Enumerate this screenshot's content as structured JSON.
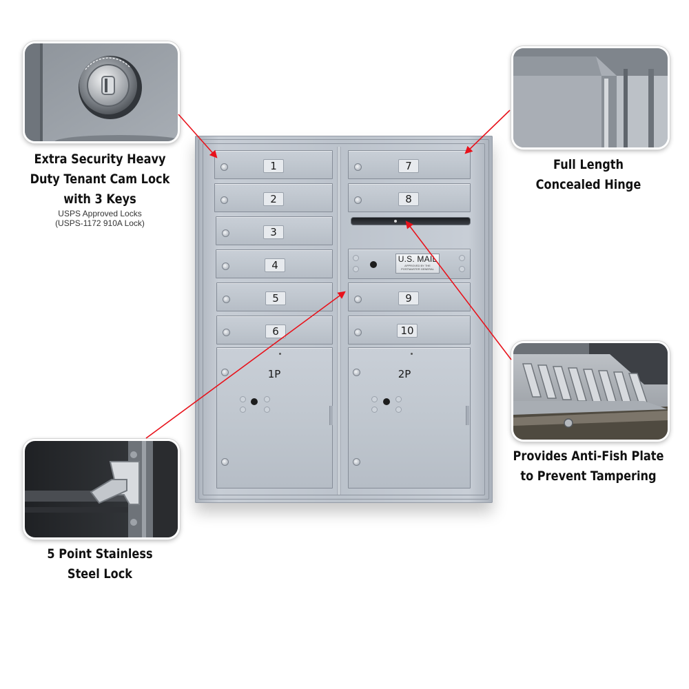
{
  "callouts": {
    "cam_lock": {
      "title_lines": [
        "Extra Security Heavy",
        "Duty Tenant Cam Lock",
        "with 3 Keys"
      ],
      "sub_lines": [
        "USPS Approved Locks",
        "(USPS-1172 910A Lock)"
      ]
    },
    "hinge": {
      "title_lines": [
        "Full Length",
        "Concealed Hinge"
      ]
    },
    "anti_fish": {
      "title_lines": [
        "Provides Anti-Fish Plate",
        "to Prevent Tampering"
      ]
    },
    "stainless_lock": {
      "title_lines": [
        "5 Point Stainless",
        "Steel Lock"
      ]
    }
  },
  "mailbox": {
    "left_doors": [
      "1",
      "2",
      "3",
      "4",
      "5",
      "6"
    ],
    "right_doors": [
      "7",
      "8",
      "9",
      "10"
    ],
    "parcel_doors": [
      "1P",
      "2P"
    ],
    "mail_label": {
      "main": "U.S. MAIL",
      "small_lines": [
        "APPROVED BY THE",
        "POSTMASTER GENERAL"
      ]
    }
  },
  "colors": {
    "pointer": "#e8121b",
    "caption_text": "#111111",
    "mailbox_aluminum": "#bfc6ce"
  }
}
